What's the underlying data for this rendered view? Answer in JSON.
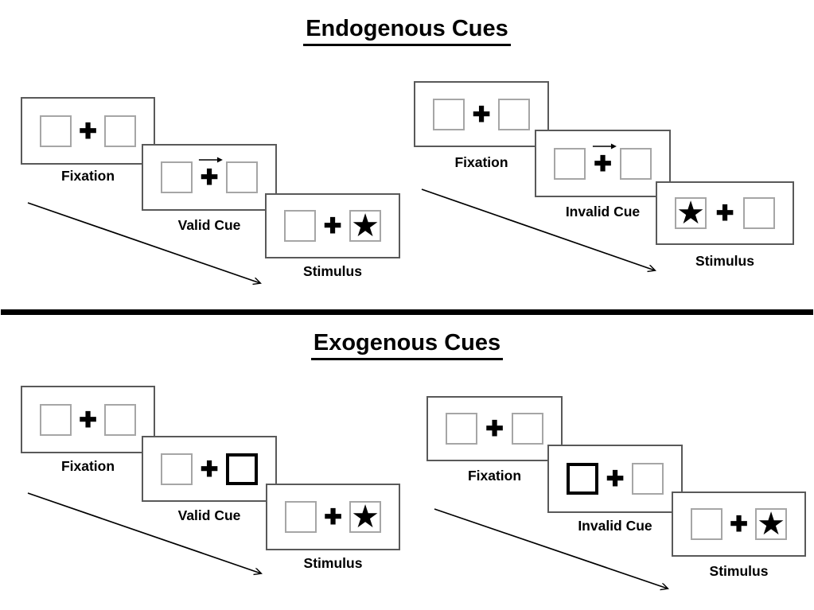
{
  "sections": [
    {
      "title": "Endogenous Cues",
      "cue_type": "central-arrow",
      "sequences": [
        {
          "name": "valid",
          "panels": [
            {
              "label": "Fixation"
            },
            {
              "label": "Valid Cue",
              "cue": "arrow-right-above-fixation"
            },
            {
              "label": "Stimulus",
              "star_side": "right"
            }
          ]
        },
        {
          "name": "invalid",
          "panels": [
            {
              "label": "Fixation"
            },
            {
              "label": "Invalid Cue",
              "cue": "arrow-right-above-fixation"
            },
            {
              "label": "Stimulus",
              "star_side": "left"
            }
          ]
        }
      ]
    },
    {
      "title": "Exogenous Cues",
      "cue_type": "peripheral-box-highlight",
      "sequences": [
        {
          "name": "valid",
          "panels": [
            {
              "label": "Fixation"
            },
            {
              "label": "Valid Cue",
              "cue": "thick-box-right"
            },
            {
              "label": "Stimulus",
              "star_side": "right"
            }
          ]
        },
        {
          "name": "invalid",
          "panels": [
            {
              "label": "Fixation"
            },
            {
              "label": "Invalid Cue",
              "cue": "thick-box-left"
            },
            {
              "label": "Stimulus",
              "star_side": "right"
            }
          ]
        }
      ]
    }
  ],
  "glyphs": {
    "fixation_cross": "✚",
    "star": "★"
  },
  "colors": {
    "panel_border": "#595959",
    "box_border": "#a6a6a6",
    "ink": "#000000",
    "background": "#ffffff"
  }
}
